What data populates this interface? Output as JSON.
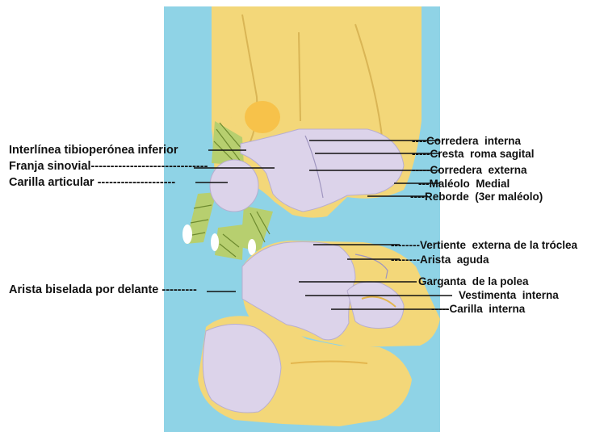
{
  "labels_left": [
    "Interlínea tibioperónea inferior",
    "Franja sinovial------------------------------",
    "Carilla articular --------------------",
    "Arista biselada por delante ---------"
  ],
  "labels_right": [
    "----Corredera  interna",
    "-----Cresta  roma sagital",
    "-----Corredera  externa",
    "---Maléolo  Medial",
    "----Reborde  (3er maléolo)",
    "--------Vertiente  externa de la tróclea",
    "--------Arista  aguda",
    "Garganta  de la polea",
    "Vestimenta  interna",
    "-----Carilla  interna"
  ],
  "colors": {
    "background": "#8fd3e6",
    "bone": "#f3d779",
    "bone_shadow": "#e3b64e",
    "cartilage": "#dcd3ea",
    "ligament": "#b7cf6f",
    "line": "#111111"
  }
}
